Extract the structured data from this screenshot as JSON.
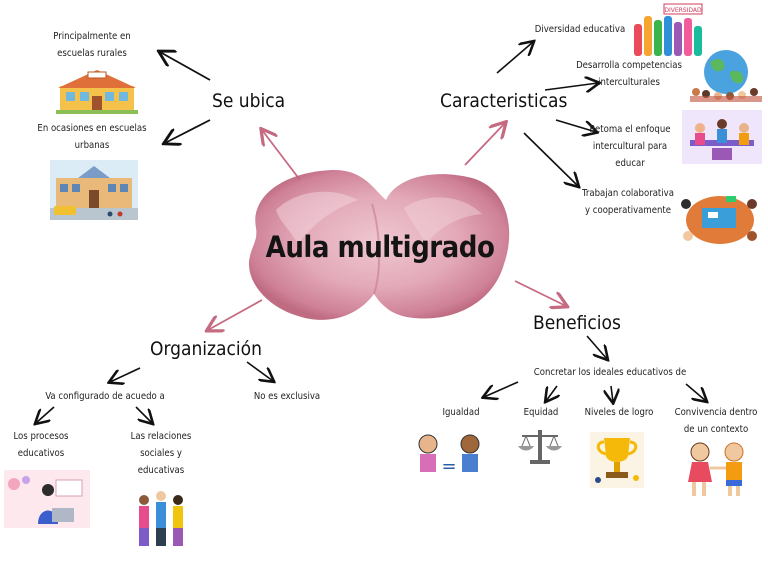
{
  "center": {
    "title": "Aula multigrado"
  },
  "ubica": {
    "heading": "Se ubica",
    "rural": "Principalmente en escuelas rurales",
    "urbana": "En ocasiones en escuelas urbanas"
  },
  "caracteristicas": {
    "heading": "Caracteristicas",
    "items": [
      "Diversidad educativa",
      "Desarrolla competencias interculturales",
      "Retoma el enfoque intercultural para educar",
      "Trabajan colaborativa y cooperativamente"
    ],
    "sign": "DIVERSIDAD"
  },
  "organizacion": {
    "heading": "Organización",
    "configurado": "Va configurado de acuedo a",
    "exclusiva": "No es exclusiva",
    "procesos": "Los procesos educativos",
    "relaciones": "Las relaciones sociales y educativas"
  },
  "beneficios": {
    "heading": "Beneficios",
    "concretar": "Concretar los ideales educativos de",
    "igualdad": "Igualdad",
    "equidad": "Equidad",
    "logro": "Niveles de logro",
    "convivencia": "Convivencia dentro de un contexto",
    "equals": "="
  },
  "colors": {
    "blob": "#d8879a",
    "blob_dark": "#b85c74",
    "arrow_pink": "#c66a82",
    "arrow_black": "#111111"
  }
}
